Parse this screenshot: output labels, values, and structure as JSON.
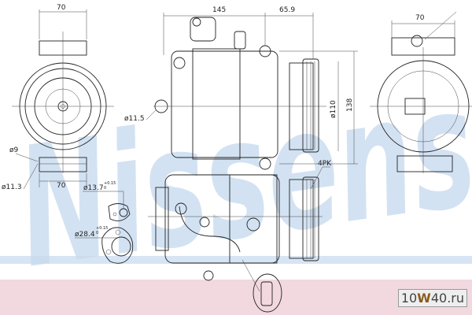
{
  "watermark": "Nissens",
  "logo": {
    "text_left": "10",
    "text_mid": "W",
    "text_right": "40.ru"
  },
  "dimensions": {
    "front_top_width": "70",
    "front_bottom_width": "70",
    "front_hole_small": "ø9",
    "front_hole_large": "ø11.3",
    "side_length_body": "145",
    "side_length_pulley": "65.9",
    "side_mount_hole": "ø11.5",
    "pulley_diameter": "ø110",
    "overall_height": "138",
    "rear_width": "70",
    "belt_type": "4PK",
    "port_small": "ø13.7",
    "port_small_tol_upper": "+0.15",
    "port_small_tol_lower": "0",
    "port_large": "ø28.4",
    "port_large_tol_upper": "+0.15",
    "port_large_tol_lower": "0"
  },
  "colors": {
    "watermark": "#c9dbef",
    "band_pink": "#f2d9df",
    "band_blue": "#c6d9ee"
  }
}
